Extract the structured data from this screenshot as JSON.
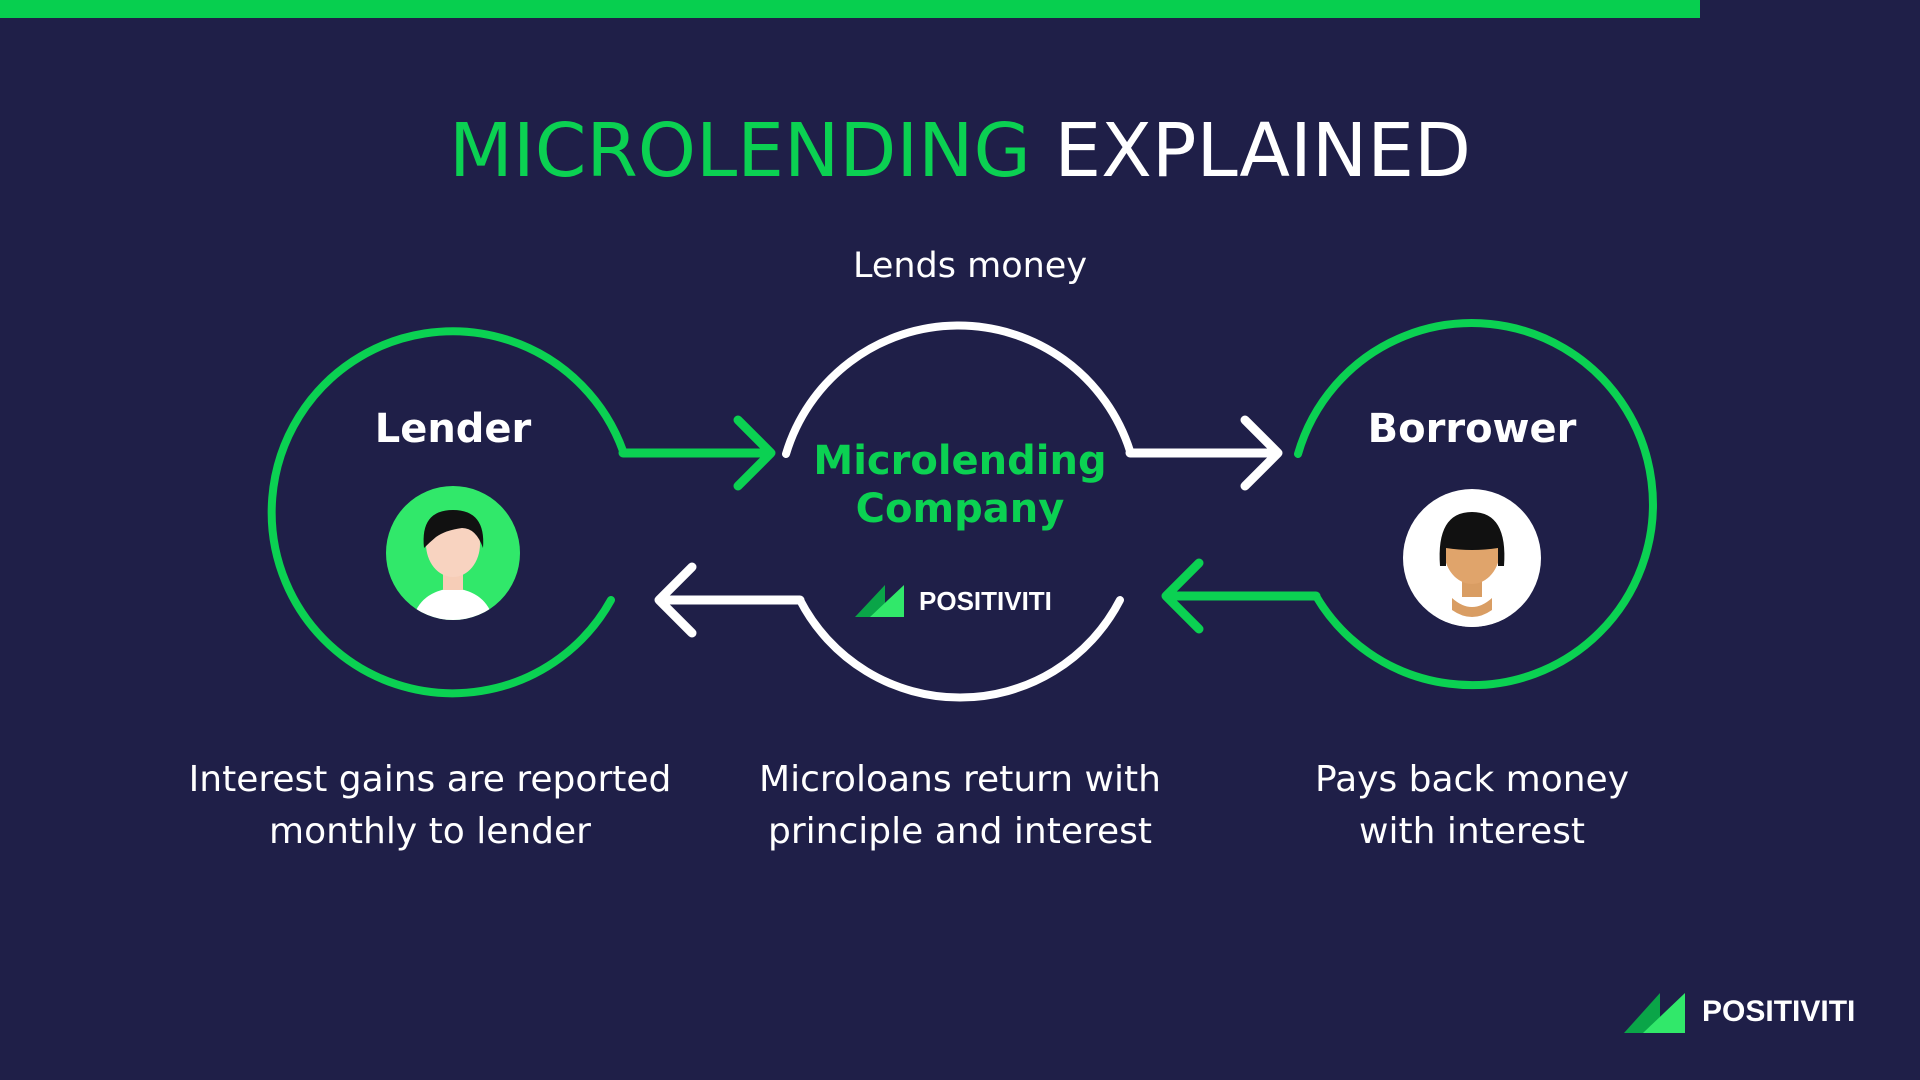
{
  "title": {
    "part1": "MICROLENDING",
    "part2": "EXPLAINED"
  },
  "flow": {
    "lends_label": "Lends money"
  },
  "lender": {
    "label": "Lender",
    "description_line1": "Interest gains are reported",
    "description_line2": "monthly to lender"
  },
  "company": {
    "line1": "Microlending",
    "line2": "Company",
    "brand": "POSITIVITI",
    "description_line1": "Microloans return with",
    "description_line2": "principle and interest"
  },
  "borrower": {
    "label": "Borrower",
    "description_line1": "Pays back money",
    "description_line2": "with interest"
  },
  "footer": {
    "brand": "POSITIVITI"
  },
  "colors": {
    "background": "#1f1f48",
    "accent": "#0bd152",
    "white": "#ffffff"
  }
}
